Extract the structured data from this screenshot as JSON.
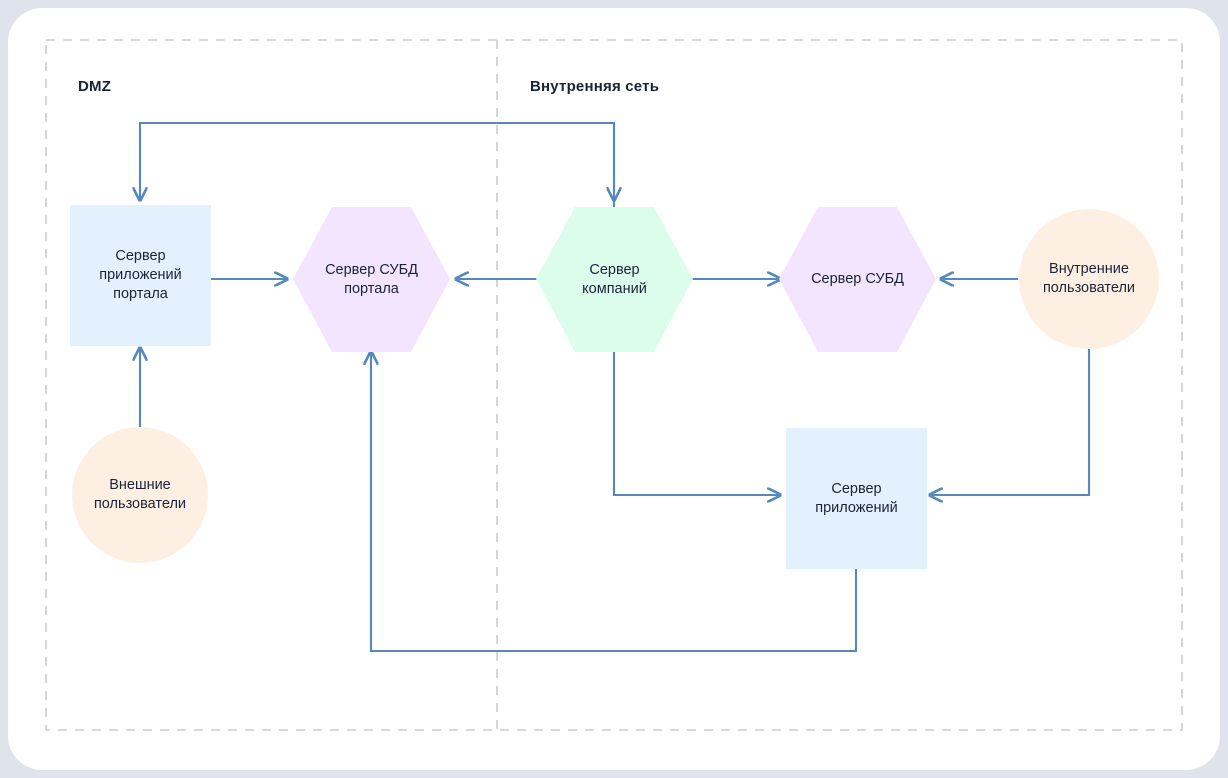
{
  "canvas": {
    "background": "#dfe3ec",
    "card_background": "#ffffff",
    "boundary_color": "#c9ccd4",
    "edge_color": "#5588bf"
  },
  "zones": [
    {
      "id": "dmz",
      "label": "DMZ"
    },
    {
      "id": "internal",
      "label": "Внутренняя сеть"
    }
  ],
  "nodes": [
    {
      "id": "portal-app-server",
      "label": "Сервер\nприложений\nпортала",
      "shape": "rectangle",
      "fill": "#e3f0fd",
      "zone": "dmz"
    },
    {
      "id": "portal-db-server",
      "label": "Сервер СУБД\nпортала",
      "shape": "hexagon",
      "fill": "#f2e5fd",
      "zone": "dmz"
    },
    {
      "id": "external-users",
      "label": "Внешние\nпользователи",
      "shape": "circle",
      "fill": "#fdf0e3",
      "zone": "dmz"
    },
    {
      "id": "company-server",
      "label": "Сервер\nкомпаний",
      "shape": "hexagon",
      "fill": "#ddfdec",
      "zone": "internal"
    },
    {
      "id": "db-server",
      "label": "Сервер СУБД",
      "shape": "hexagon",
      "fill": "#f2e5fd",
      "zone": "internal"
    },
    {
      "id": "internal-users",
      "label": "Внутренние\nпользователи",
      "shape": "circle",
      "fill": "#fdf0e3",
      "zone": "internal"
    },
    {
      "id": "app-server",
      "label": "Сервер\nприложений",
      "shape": "rectangle",
      "fill": "#e3f0fd",
      "zone": "internal"
    }
  ],
  "edges": [
    {
      "id": "company-to-portal-app",
      "from": "company-server",
      "to": "portal-app-server"
    },
    {
      "id": "portal-app-to-portal-db",
      "from": "portal-app-server",
      "to": "portal-db-server"
    },
    {
      "id": "company-to-portal-db",
      "from": "company-server",
      "to": "portal-db-server"
    },
    {
      "id": "external-users-to-portal-app",
      "from": "external-users",
      "to": "portal-app-server"
    },
    {
      "id": "company-to-db",
      "from": "company-server",
      "to": "db-server"
    },
    {
      "id": "internal-users-to-db",
      "from": "internal-users",
      "to": "db-server"
    },
    {
      "id": "company-to-app-server",
      "from": "company-server",
      "to": "app-server"
    },
    {
      "id": "internal-users-to-app-server",
      "from": "internal-users",
      "to": "app-server"
    },
    {
      "id": "app-server-to-portal-db",
      "from": "app-server",
      "to": "portal-db-server"
    }
  ]
}
